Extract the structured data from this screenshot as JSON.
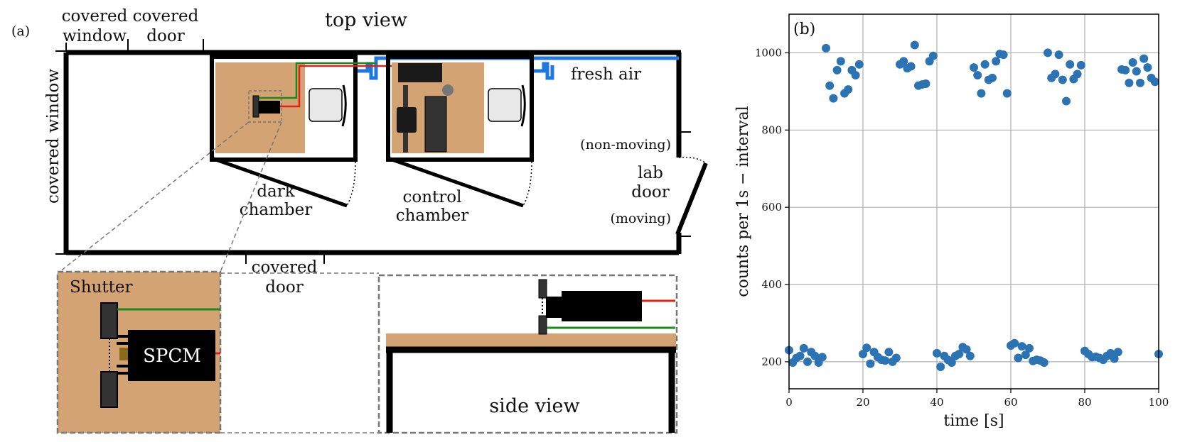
{
  "panel_a": {
    "panel_label": "(a)",
    "top_view": "top view",
    "covered_window_top": [
      "covered",
      "window"
    ],
    "covered_door_top": [
      "covered",
      "door"
    ],
    "covered_window_left": "covered window",
    "fresh_air": "fresh air",
    "non_moving": "(non-moving)",
    "lab_door": [
      "lab",
      "door"
    ],
    "moving": "(moving)",
    "dark_chamber": [
      "dark",
      "chamber"
    ],
    "control_chamber": [
      "control",
      "chamber"
    ],
    "covered_door_bottom": [
      "covered",
      "door"
    ],
    "shutter": "Shutter",
    "spcm": "SPCM",
    "side_view": "side view",
    "colors": {
      "table_wood": "#d4a373",
      "fiber_green": "#1a8a1a",
      "fiber_red": "#e0201a",
      "air_duct": "#1f77e0",
      "dashed_gray": "#777777"
    }
  },
  "chart_data": {
    "type": "scatter",
    "panel_label": "(b)",
    "xlabel": "time [s]",
    "ylabel": "counts per 1s − interval",
    "xlim": [
      0,
      100
    ],
    "ylim": [
      130,
      1100
    ],
    "xticks": [
      0,
      20,
      40,
      60,
      80,
      100
    ],
    "yticks": [
      200,
      400,
      600,
      800,
      1000
    ],
    "grid": true,
    "marker_color": "#2c73b4",
    "points": [
      [
        0,
        230
      ],
      [
        1,
        198
      ],
      [
        2,
        210
      ],
      [
        3,
        215
      ],
      [
        4,
        235
      ],
      [
        5,
        200
      ],
      [
        6,
        225
      ],
      [
        7,
        215
      ],
      [
        8,
        198
      ],
      [
        9,
        212
      ],
      [
        10,
        1012
      ],
      [
        11,
        915
      ],
      [
        12,
        882
      ],
      [
        13,
        955
      ],
      [
        14,
        978
      ],
      [
        15,
        895
      ],
      [
        16,
        905
      ],
      [
        17,
        955
      ],
      [
        18,
        942
      ],
      [
        19,
        970
      ],
      [
        20,
        220
      ],
      [
        21,
        236
      ],
      [
        22,
        195
      ],
      [
        23,
        225
      ],
      [
        24,
        212
      ],
      [
        25,
        205
      ],
      [
        26,
        203
      ],
      [
        27,
        225
      ],
      [
        28,
        200
      ],
      [
        29,
        210
      ],
      [
        30,
        970
      ],
      [
        31,
        978
      ],
      [
        32,
        960
      ],
      [
        33,
        965
      ],
      [
        34,
        1020
      ],
      [
        35,
        915
      ],
      [
        36,
        918
      ],
      [
        37,
        920
      ],
      [
        38,
        978
      ],
      [
        39,
        992
      ],
      [
        40,
        222
      ],
      [
        41,
        187
      ],
      [
        42,
        215
      ],
      [
        43,
        205
      ],
      [
        44,
        198
      ],
      [
        45,
        215
      ],
      [
        46,
        220
      ],
      [
        47,
        238
      ],
      [
        48,
        232
      ],
      [
        49,
        215
      ],
      [
        50,
        962
      ],
      [
        51,
        942
      ],
      [
        52,
        895
      ],
      [
        53,
        970
      ],
      [
        54,
        930
      ],
      [
        55,
        935
      ],
      [
        56,
        978
      ],
      [
        57,
        997
      ],
      [
        58,
        995
      ],
      [
        59,
        895
      ],
      [
        60,
        242
      ],
      [
        61,
        248
      ],
      [
        62,
        210
      ],
      [
        63,
        240
      ],
      [
        64,
        218
      ],
      [
        65,
        235
      ],
      [
        66,
        202
      ],
      [
        67,
        205
      ],
      [
        68,
        203
      ],
      [
        69,
        198
      ],
      [
        70,
        1000
      ],
      [
        71,
        935
      ],
      [
        72,
        945
      ],
      [
        73,
        995
      ],
      [
        74,
        930
      ],
      [
        75,
        875
      ],
      [
        76,
        970
      ],
      [
        77,
        932
      ],
      [
        78,
        945
      ],
      [
        79,
        968
      ],
      [
        80,
        228
      ],
      [
        81,
        220
      ],
      [
        82,
        212
      ],
      [
        83,
        213
      ],
      [
        84,
        210
      ],
      [
        85,
        205
      ],
      [
        86,
        215
      ],
      [
        87,
        222
      ],
      [
        88,
        208
      ],
      [
        89,
        225
      ],
      [
        90,
        957
      ],
      [
        91,
        955
      ],
      [
        92,
        922
      ],
      [
        93,
        975
      ],
      [
        94,
        952
      ],
      [
        95,
        922
      ],
      [
        96,
        985
      ],
      [
        97,
        962
      ],
      [
        98,
        935
      ],
      [
        99,
        925
      ],
      [
        100,
        220
      ]
    ]
  }
}
